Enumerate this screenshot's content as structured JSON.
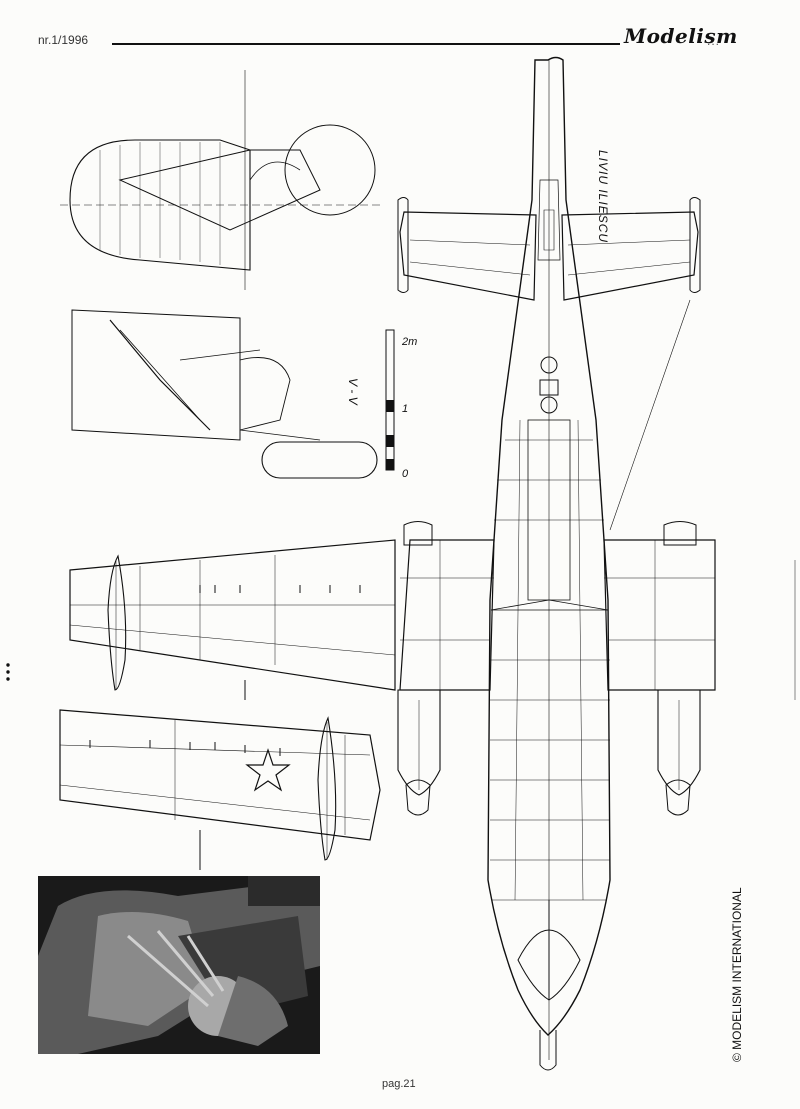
{
  "header": {
    "issue": "nr.1/1996",
    "brand": "Modelism",
    "brand_dots": "..."
  },
  "author": "LIVIU ILIESCU",
  "section_label": "V - V",
  "scale_bar": {
    "labels": [
      "0",
      "1",
      "2m"
    ]
  },
  "copyright": "© MODELISM INTERNATIONAL",
  "footer": {
    "page": "pag.21"
  },
  "colors": {
    "ink": "#111111",
    "paper": "#fcfcfa",
    "photo_dark": "#1a1a1a"
  }
}
